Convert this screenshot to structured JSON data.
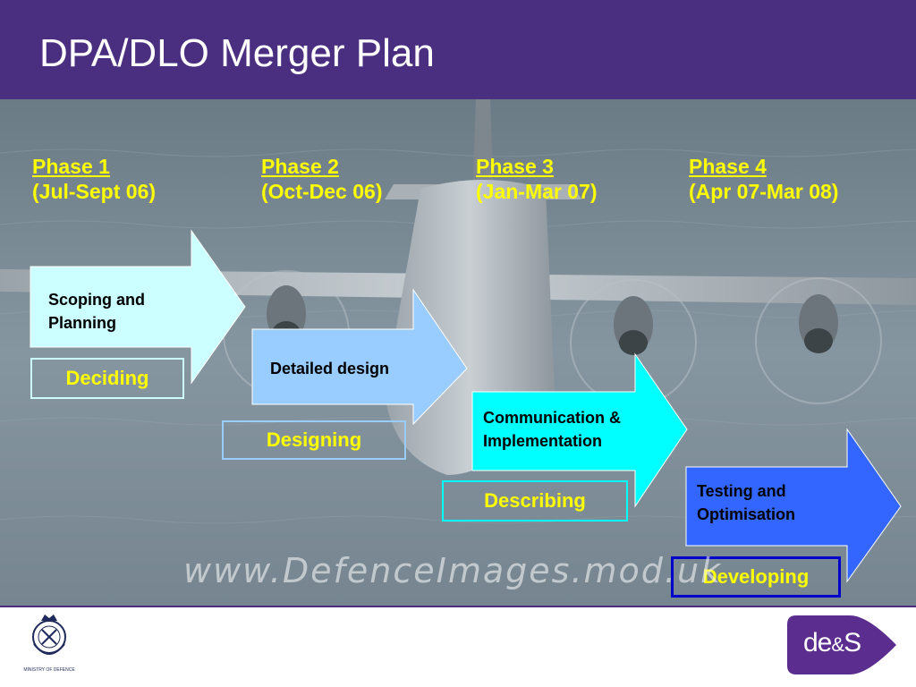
{
  "title": "DPA/DLO Merger Plan",
  "phases": [
    {
      "title": "Phase 1",
      "dates": "(Jul-Sept 06)"
    },
    {
      "title": "Phase 2",
      "dates": "(Oct-Dec 06)"
    },
    {
      "title": "Phase 3",
      "dates": "(Jan-Mar 07)"
    },
    {
      "title": "Phase 4",
      "dates": "(Apr 07-Mar 08)"
    }
  ],
  "steps": [
    {
      "label_line1": "Scoping and",
      "label_line2": "Planning",
      "tag": "Deciding",
      "fill": "#ccffff",
      "tag_border": "#ccffff"
    },
    {
      "label_line1": "Detailed design",
      "label_line2": "",
      "tag": "Designing",
      "fill": "#99ccff",
      "tag_border": "#99ccff"
    },
    {
      "label_line1": "Communication &",
      "label_line2": "Implementation",
      "tag": "Describing",
      "fill": "#00ffff",
      "tag_border": "#00ffff"
    },
    {
      "label_line1": "Testing and",
      "label_line2": "Optimisation",
      "tag": "Developing",
      "fill": "#3366ff",
      "tag_border": "#0000cc"
    }
  ],
  "watermark": "www.DefenceImages.mod.uk",
  "logos": {
    "mod_caption": "MINISTRY OF DEFENCE",
    "des_de": "de",
    "des_amp": "&",
    "des_s": "S"
  },
  "colors": {
    "header": "#4a2e80",
    "phase_text": "#ffff00",
    "tag_text": "#ffff00",
    "des_logo": "#5b2d8e"
  }
}
